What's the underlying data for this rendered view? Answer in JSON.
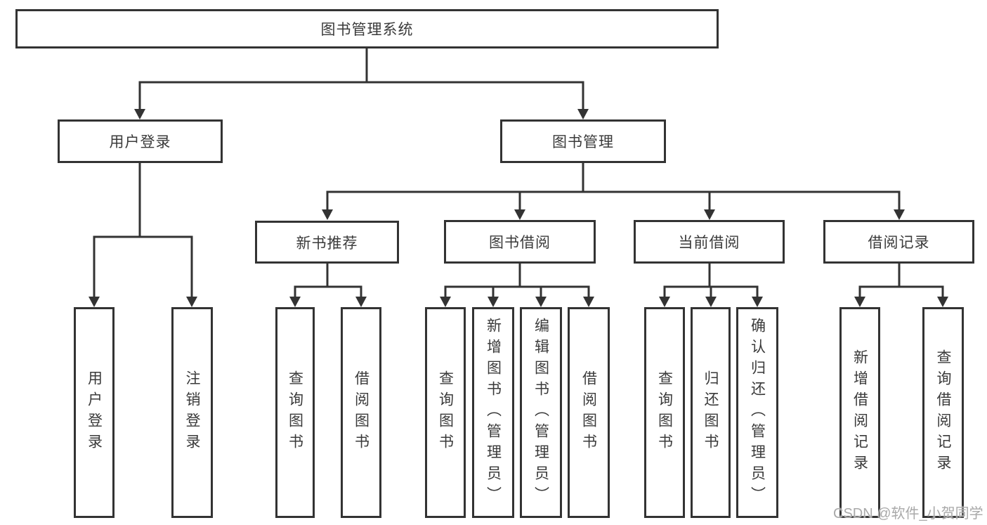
{
  "diagram": {
    "root": "图书管理系统",
    "login_branch": {
      "label": "用户登录",
      "children": [
        "用户登录",
        "注销登录"
      ]
    },
    "mgmt_branch": {
      "label": "图书管理",
      "groups": [
        {
          "label": "新书推荐",
          "children": [
            "查询图书",
            "借阅图书"
          ]
        },
        {
          "label": "图书借阅",
          "children": [
            "查询图书",
            "新增图书（管理员）",
            "编辑图书（管理员）",
            "借阅图书"
          ]
        },
        {
          "label": "当前借阅",
          "children": [
            "查询图书",
            "归还图书",
            "确认归还（管理员）"
          ]
        },
        {
          "label": "借阅记录",
          "children": [
            "新增借阅记录",
            "查询借阅记录"
          ]
        }
      ]
    }
  },
  "watermark": {
    "text": "CSDN @软件_小贺同学"
  },
  "colors": {
    "line": "#333333",
    "border": "#333333",
    "text": "#3a3a3a",
    "watermark": "#a9a9a9",
    "background": "#ffffff"
  }
}
